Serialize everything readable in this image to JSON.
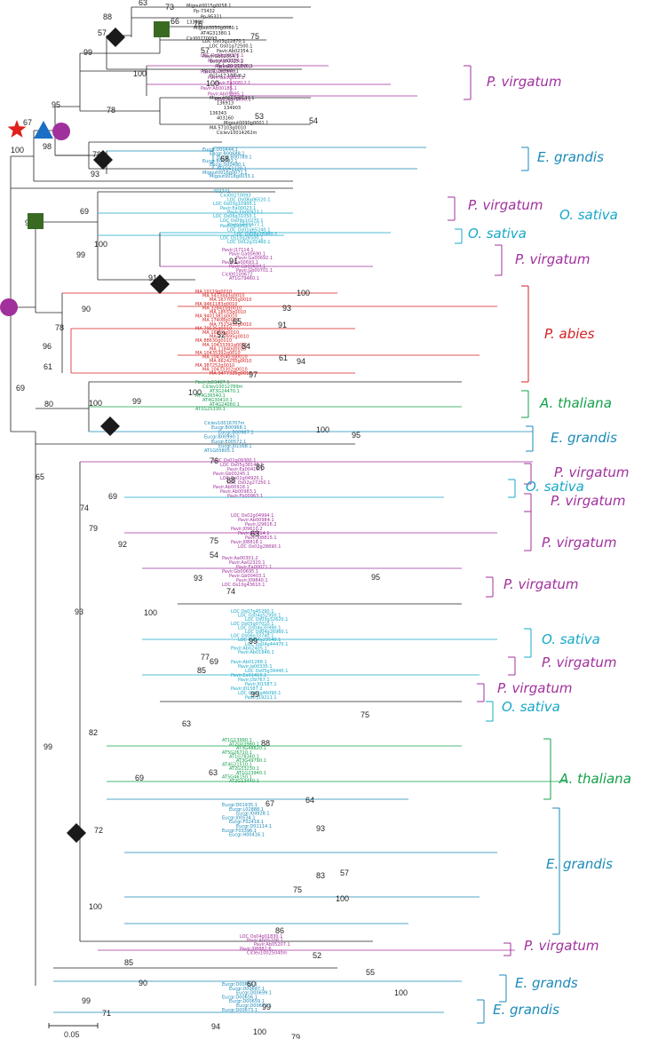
{
  "colors": {
    "black": "#222222",
    "virgatum": "#a0309c",
    "sativa": "#17a8c8",
    "abies": "#d42020",
    "thaliana": "#13a04a",
    "grandis": "#1a8ab8",
    "marker_star": "#e0201a",
    "marker_triangle": "#1a6fc4",
    "marker_circle": "#a0309c",
    "marker_square": "#3a6a22",
    "marker_diamond": "#1a1a1a"
  },
  "clade_labels": [
    {
      "text": "P. virgatum",
      "color": "virgatum"
    },
    {
      "text": "E. grandis",
      "color": "grandis"
    },
    {
      "text": "P. virgatum",
      "color": "virgatum"
    },
    {
      "text": "O. sativa",
      "color": "sativa"
    },
    {
      "text": "O. sativa",
      "color": "sativa"
    },
    {
      "text": "P. virgatum",
      "color": "virgatum"
    },
    {
      "text": "P. abies",
      "color": "abies"
    },
    {
      "text": "A. thaliana",
      "color": "thaliana"
    },
    {
      "text": "E. grandis",
      "color": "grandis"
    },
    {
      "text": "P. virgatum",
      "color": "virgatum"
    },
    {
      "text": "O. sativa",
      "color": "sativa"
    },
    {
      "text": "P. virgatum",
      "color": "virgatum"
    },
    {
      "text": "P. virgatum",
      "color": "virgatum"
    },
    {
      "text": "P. virgatum",
      "color": "virgatum"
    },
    {
      "text": "O. sativa",
      "color": "sativa"
    },
    {
      "text": "P. virgatum",
      "color": "virgatum"
    },
    {
      "text": "P. virgatum",
      "color": "virgatum"
    },
    {
      "text": "O. sativa",
      "color": "sativa"
    },
    {
      "text": "A. thaliana",
      "color": "thaliana"
    },
    {
      "text": "E. grandis",
      "color": "grandis"
    },
    {
      "text": "P. virgatum",
      "color": "virgatum"
    },
    {
      "text": "E. grands",
      "color": "grandis"
    },
    {
      "text": "E. grandis",
      "color": "grandis"
    }
  ],
  "bootstrap_values": [
    "63",
    "73",
    "88",
    "66",
    "76",
    "57",
    "75",
    "99",
    "57",
    "100",
    "100",
    "95",
    "78",
    "53",
    "54",
    "67",
    "100",
    "98",
    "78",
    "68",
    "93",
    "99",
    "69",
    "99",
    "100",
    "91",
    "91",
    "100",
    "93",
    "90",
    "78",
    "65",
    "91",
    "52",
    "84",
    "61",
    "94",
    "96",
    "61",
    "97",
    "69",
    "100",
    "99",
    "100",
    "80",
    "100",
    "95",
    "65",
    "76",
    "86",
    "88",
    "74",
    "69",
    "79",
    "75",
    "63",
    "54",
    "95",
    "92",
    "93",
    "74",
    "93",
    "100",
    "99",
    "77",
    "69",
    "85",
    "99",
    "99",
    "82",
    "63",
    "75",
    "88",
    "63",
    "69",
    "67",
    "64",
    "93",
    "72",
    "83",
    "57",
    "75",
    "100",
    "100",
    "86",
    "52",
    "85",
    "60",
    "100",
    "71",
    "99",
    "90",
    "55",
    "99",
    "94",
    "100",
    "79"
  ],
  "scale_bar": {
    "label": "0.05"
  },
  "leaf_groups": [
    {
      "color": "black",
      "labels": [
        "Migout0015g0058.1",
        "Pp-73432",
        "Pp-95321",
        "133890",
        "Migout0030g0060.1",
        "AT4G31380.1",
        "Cicl00270093"
      ]
    },
    {
      "color": "black",
      "labels": [
        "LOC Os03g22870.1",
        "LOC Os01g72500.1",
        "Pavir.Ab02354.1",
        "Pavir.Gb02354.1",
        "Eucgr.J00025.1",
        "Pp1s20 218V6.1",
        "Pp1s1 1659V6.1",
        "Pp1s17 188V6.2"
      ]
    },
    {
      "color": "virgatum",
      "labels": [
        "LOC Os09g20370.1",
        "Pavir.Ab02354.1",
        "Pavir.Ab02325.1",
        "Pavir.Ea00796.1",
        "Pavir.Ga00813.1",
        "Pavir.Ea00812.1",
        "Pavir.Ab00185.1",
        "Pavir.Ab01995.1",
        "Pavir.Ab01890.1"
      ]
    },
    {
      "color": "black",
      "labels": [
        "Migout0013g0133.1",
        "136913",
        "134903",
        "136343",
        "403160",
        "Migout0090g0001.1",
        "MA 57103g0010",
        "Ciclev10014262m"
      ]
    },
    {
      "color": "grandis",
      "labels": [
        "Eucgr.D00444.1",
        "Eucgr.B00688.1",
        "Eucgr.B00789.1",
        "Eucgr.B00792.1",
        "Eucgr.D00480.1",
        "AT1G61120.1",
        "Migout0016g0071.1",
        "Migout0018g0033.1"
      ]
    },
    {
      "color": "sativa",
      "labels": [
        "403741",
        "Cicl00270093",
        "LOC Os08g06520.1",
        "LOC Os03g10900.1",
        "Pavir.Ea00023.1",
        "Pavir.Eb00923.1",
        "LOC Os06g31050.1",
        "LOC Os09g10270.1",
        "Pavir.Ga00477.1"
      ]
    },
    {
      "color": "sativa",
      "labels": [
        "Pavir.J19053.1",
        "LOC Os01g65240.1",
        "LOC Os06g26960.1",
        "LOC Os10g26500.1",
        "LOC Os12g31460.1"
      ]
    },
    {
      "color": "virgatum",
      "labels": [
        "Pavir.J17114.1",
        "Pavir.Ga00690.1",
        "Pavir.Ga00692.1",
        "Pavir.Ga00693.1",
        "Pavir.Gb00694.1",
        "Pavir.Gb00701.1",
        "Cicl00100672",
        "AT1G79460.1"
      ]
    },
    {
      "color": "abies",
      "labels": [
        "MA 10119g0010",
        "MA 5433443g0010",
        "MA 1677035g0010",
        "MA 9461183g0010",
        "MA 328410g0010",
        "MA 18553g0010",
        "MA 9401381g0010",
        "MA 17408g0010",
        "MA 7523450g0010",
        "MA 79535g0010",
        "MA 16820g0010",
        "MA 177695g0010",
        "MA 88630g0010",
        "MA 10433391g0010",
        "MA 11840g0010",
        "MA 10435392g0010",
        "MA 10435403g0010",
        "MA 6624250g0010",
        "MA 387252g0010",
        "MA 10433302g0010",
        "MA 9477320g0010"
      ]
    },
    {
      "color": "thaliana",
      "labels": [
        "Pavir.Ja03487.1",
        "Ciclev10012789m",
        "AT3G24470.1",
        "AT4G36540.1",
        "AT4G30410.1",
        "AT4G24060.1",
        "AT1G25330.1"
      ]
    },
    {
      "color": "grandis",
      "labels": [
        "Ciclev10016707m",
        "Eucgr.B00968.1",
        "Eucgr.B00987.1",
        "Eucgr.B00990.1",
        "Eucgr.E00572.1",
        "Eucgr.J01568.1",
        "AT1G05805.1"
      ]
    },
    {
      "color": "virgatum",
      "labels": [
        "LOC Os01g09300.1",
        "LOC Os05g38140.1",
        "Pavir.Ea00416.1",
        "Pavir.Gb00245.1",
        "LOC Os02g04920.1",
        "LOC Os02g27250.1",
        "Pavir.Ab00918.1",
        "Pavir.Ab00983.1",
        "Pavir.Fb00963.1"
      ]
    },
    {
      "color": "virgatum",
      "labels": [
        "LOC Os02g04994.1",
        "Pavir.Ab00984.1",
        "Pavir.J29616.2",
        "Pavir.J09610.2",
        "Pavir.J08814.1",
        "Pavir.J08815.1",
        "Pavir.J08818.1",
        "LOC Os02g28690.1"
      ]
    },
    {
      "color": "virgatum",
      "labels": [
        "Pavir.Aa00301.2",
        "Pavir.Aa02320.1",
        "Pavir.Ea00071.1",
        "Pavir.Gb00695.1",
        "Pavir.Gb00403.1",
        "Pavir.J09840.1",
        "LOC Os10g43610.1"
      ]
    },
    {
      "color": "sativa",
      "labels": [
        "LOC Os07g45290.1",
        "LOC Os04g52950.1",
        "LOC Os03g32620.1",
        "LOC Os05g07010.1",
        "LOC Os04g35990.1",
        "LOC Os04g26960.1",
        "LOC Os06g33740.1",
        "LOC Os04g23540.1",
        "LOC Os04g44470.1",
        "Pavir.Ab02405.1",
        "Pavir.Ab01646.1"
      ]
    },
    {
      "color": "sativa",
      "labels": [
        "Pavir.Ab01288.1",
        "Pavir.Ja00335.1",
        "LOC Os05g39440.1",
        "Pavir.Ea01416.1",
        "Pavir.J39767.1",
        "Pavir.J01587.1",
        "Pavir.J01587.2",
        "LOC Os02g46090.1",
        "Pavir.J19211.1"
      ]
    },
    {
      "color": "thaliana",
      "labels": [
        "AT1G13990.1",
        "AT2G03980.1",
        "AT3G48820.1",
        "AT5G26710.1",
        "AT1G78340.1",
        "AT3G49790.1",
        "AT4G21510.1",
        "AT2G33230.1",
        "AT1G23940.1",
        "AT5G46150.1",
        "AT2G13440.1"
      ]
    },
    {
      "color": "grandis",
      "labels": [
        "Eucgr.D01935.1",
        "Eucgr.L02888.1",
        "Eucgr.I04928.1",
        "Eucgr.J00534.1",
        "Eucgr.F02418.1",
        "Eucgr.D01114.1",
        "Eucgr.F03396.1",
        "Eucgr.H00416.1"
      ]
    },
    {
      "color": "virgatum",
      "labels": [
        "LOC Os04g01830.1",
        "Pavir.Ab05208.1",
        "Pavir.Ab05207.1",
        "Pavir.J08882.6",
        "Ciclev10025040m"
      ]
    },
    {
      "color": "grandis",
      "labels": [
        "Eucgr.D00653.1",
        "Eucgr.D00687.1",
        "Eucgr.D00699.1",
        "Eucgr.D00656.1",
        "Eucgr.D00659.1",
        "Eucgr.D00672.1",
        "Eucgr.D00673.1"
      ]
    }
  ]
}
